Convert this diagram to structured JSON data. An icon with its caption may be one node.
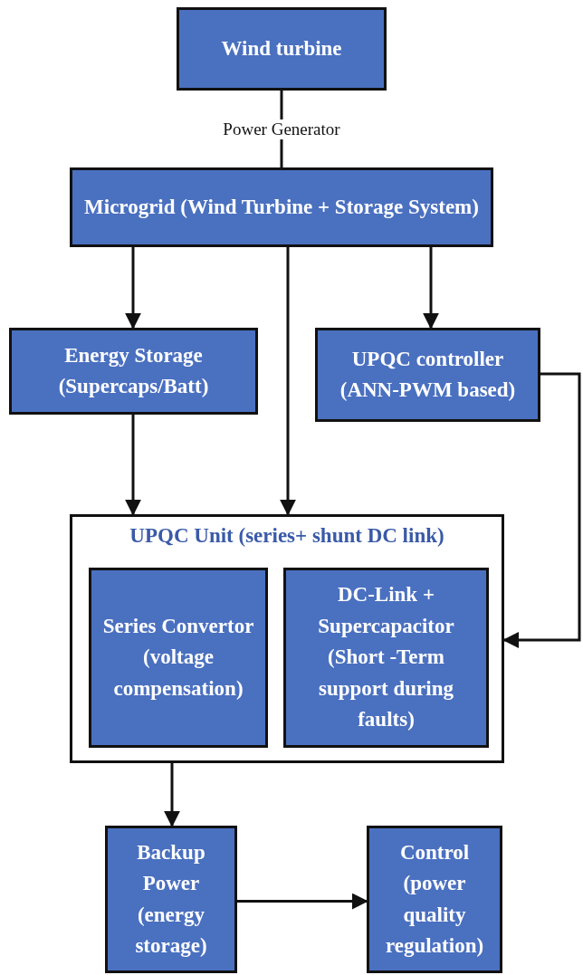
{
  "diagram": {
    "nodes": [
      {
        "text": [
          "Wind turbine"
        ]
      },
      {
        "text": [
          "Microgrid (Wind Turbine + Storage System)"
        ]
      },
      {
        "text": [
          "Energy Storage (Supercaps/Batt)"
        ]
      },
      {
        "text": [
          "UPQC controller (ANN-PWM based)"
        ]
      },
      {
        "text": [
          "UPQC Unit (series+ shunt DC link)"
        ]
      },
      {
        "text": [
          "Series Convertor (voltage compensation)"
        ],
        "in": 4
      },
      {
        "text": [
          "DC-Link + Supercapacitor (Short -Term support during faults)"
        ],
        "in": 4
      },
      {
        "text": [
          "Backup Power (energy storage)"
        ]
      },
      {
        "text": [
          "Control (power quality regulation)"
        ]
      }
    ],
    "edges": [
      {
        "from": 0,
        "to": 1,
        "arrow": "none",
        "label": "Power Generator"
      },
      {
        "from": 1,
        "to": 2,
        "arrow": "to"
      },
      {
        "from": 1,
        "to": 4,
        "arrow": "to"
      },
      {
        "from": 1,
        "to": 3,
        "arrow": "to"
      },
      {
        "from": 2,
        "to": 4,
        "arrow": "to"
      },
      {
        "from": 3,
        "to": 4,
        "arrow": "to"
      },
      {
        "from": 4,
        "to": 7,
        "arrow": "to"
      },
      {
        "from": 7,
        "to": 8,
        "arrow": "to"
      }
    ]
  }
}
